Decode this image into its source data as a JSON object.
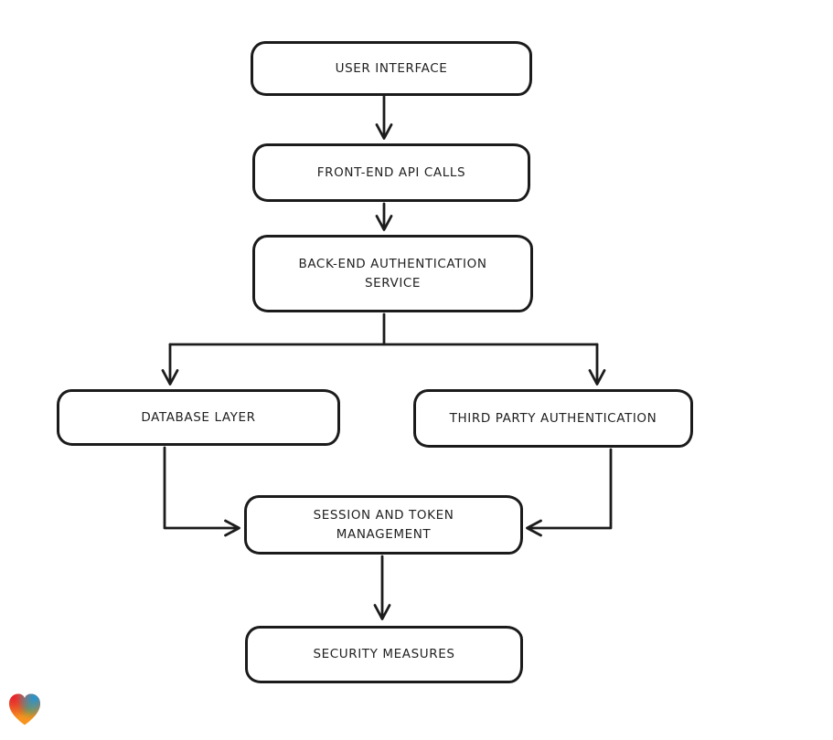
{
  "diagram": {
    "type": "flowchart",
    "background": "#ffffff",
    "stroke_color": "#1c1c1c",
    "node_fill": "#ffffff",
    "nodes": [
      {
        "id": "user-interface",
        "label": "USER INTERFACE"
      },
      {
        "id": "front-end-api-calls",
        "label": "FRONT-END API CALLS"
      },
      {
        "id": "back-end-authentication-service",
        "label": "BACK-END AUTHENTICATION SERVICE"
      },
      {
        "id": "database-layer",
        "label": "DATABASE LAYER"
      },
      {
        "id": "third-party-authentication",
        "label": "THIRD PARTY AUTHENTICATION"
      },
      {
        "id": "session-and-token-management",
        "label": "SESSION AND TOKEN MANAGEMENT"
      },
      {
        "id": "security-measures",
        "label": "SECURITY MEASURES"
      }
    ],
    "edges": [
      {
        "from": "user-interface",
        "to": "front-end-api-calls"
      },
      {
        "from": "front-end-api-calls",
        "to": "back-end-authentication-service"
      },
      {
        "from": "back-end-authentication-service",
        "to": "database-layer"
      },
      {
        "from": "back-end-authentication-service",
        "to": "third-party-authentication"
      },
      {
        "from": "database-layer",
        "to": "session-and-token-management"
      },
      {
        "from": "third-party-authentication",
        "to": "session-and-token-management"
      },
      {
        "from": "session-and-token-management",
        "to": "security-measures"
      }
    ]
  },
  "logo": {
    "icon": "heart-icon",
    "colors": [
      "#e82330",
      "#2196d3",
      "#6ea046",
      "#f7931e"
    ]
  }
}
